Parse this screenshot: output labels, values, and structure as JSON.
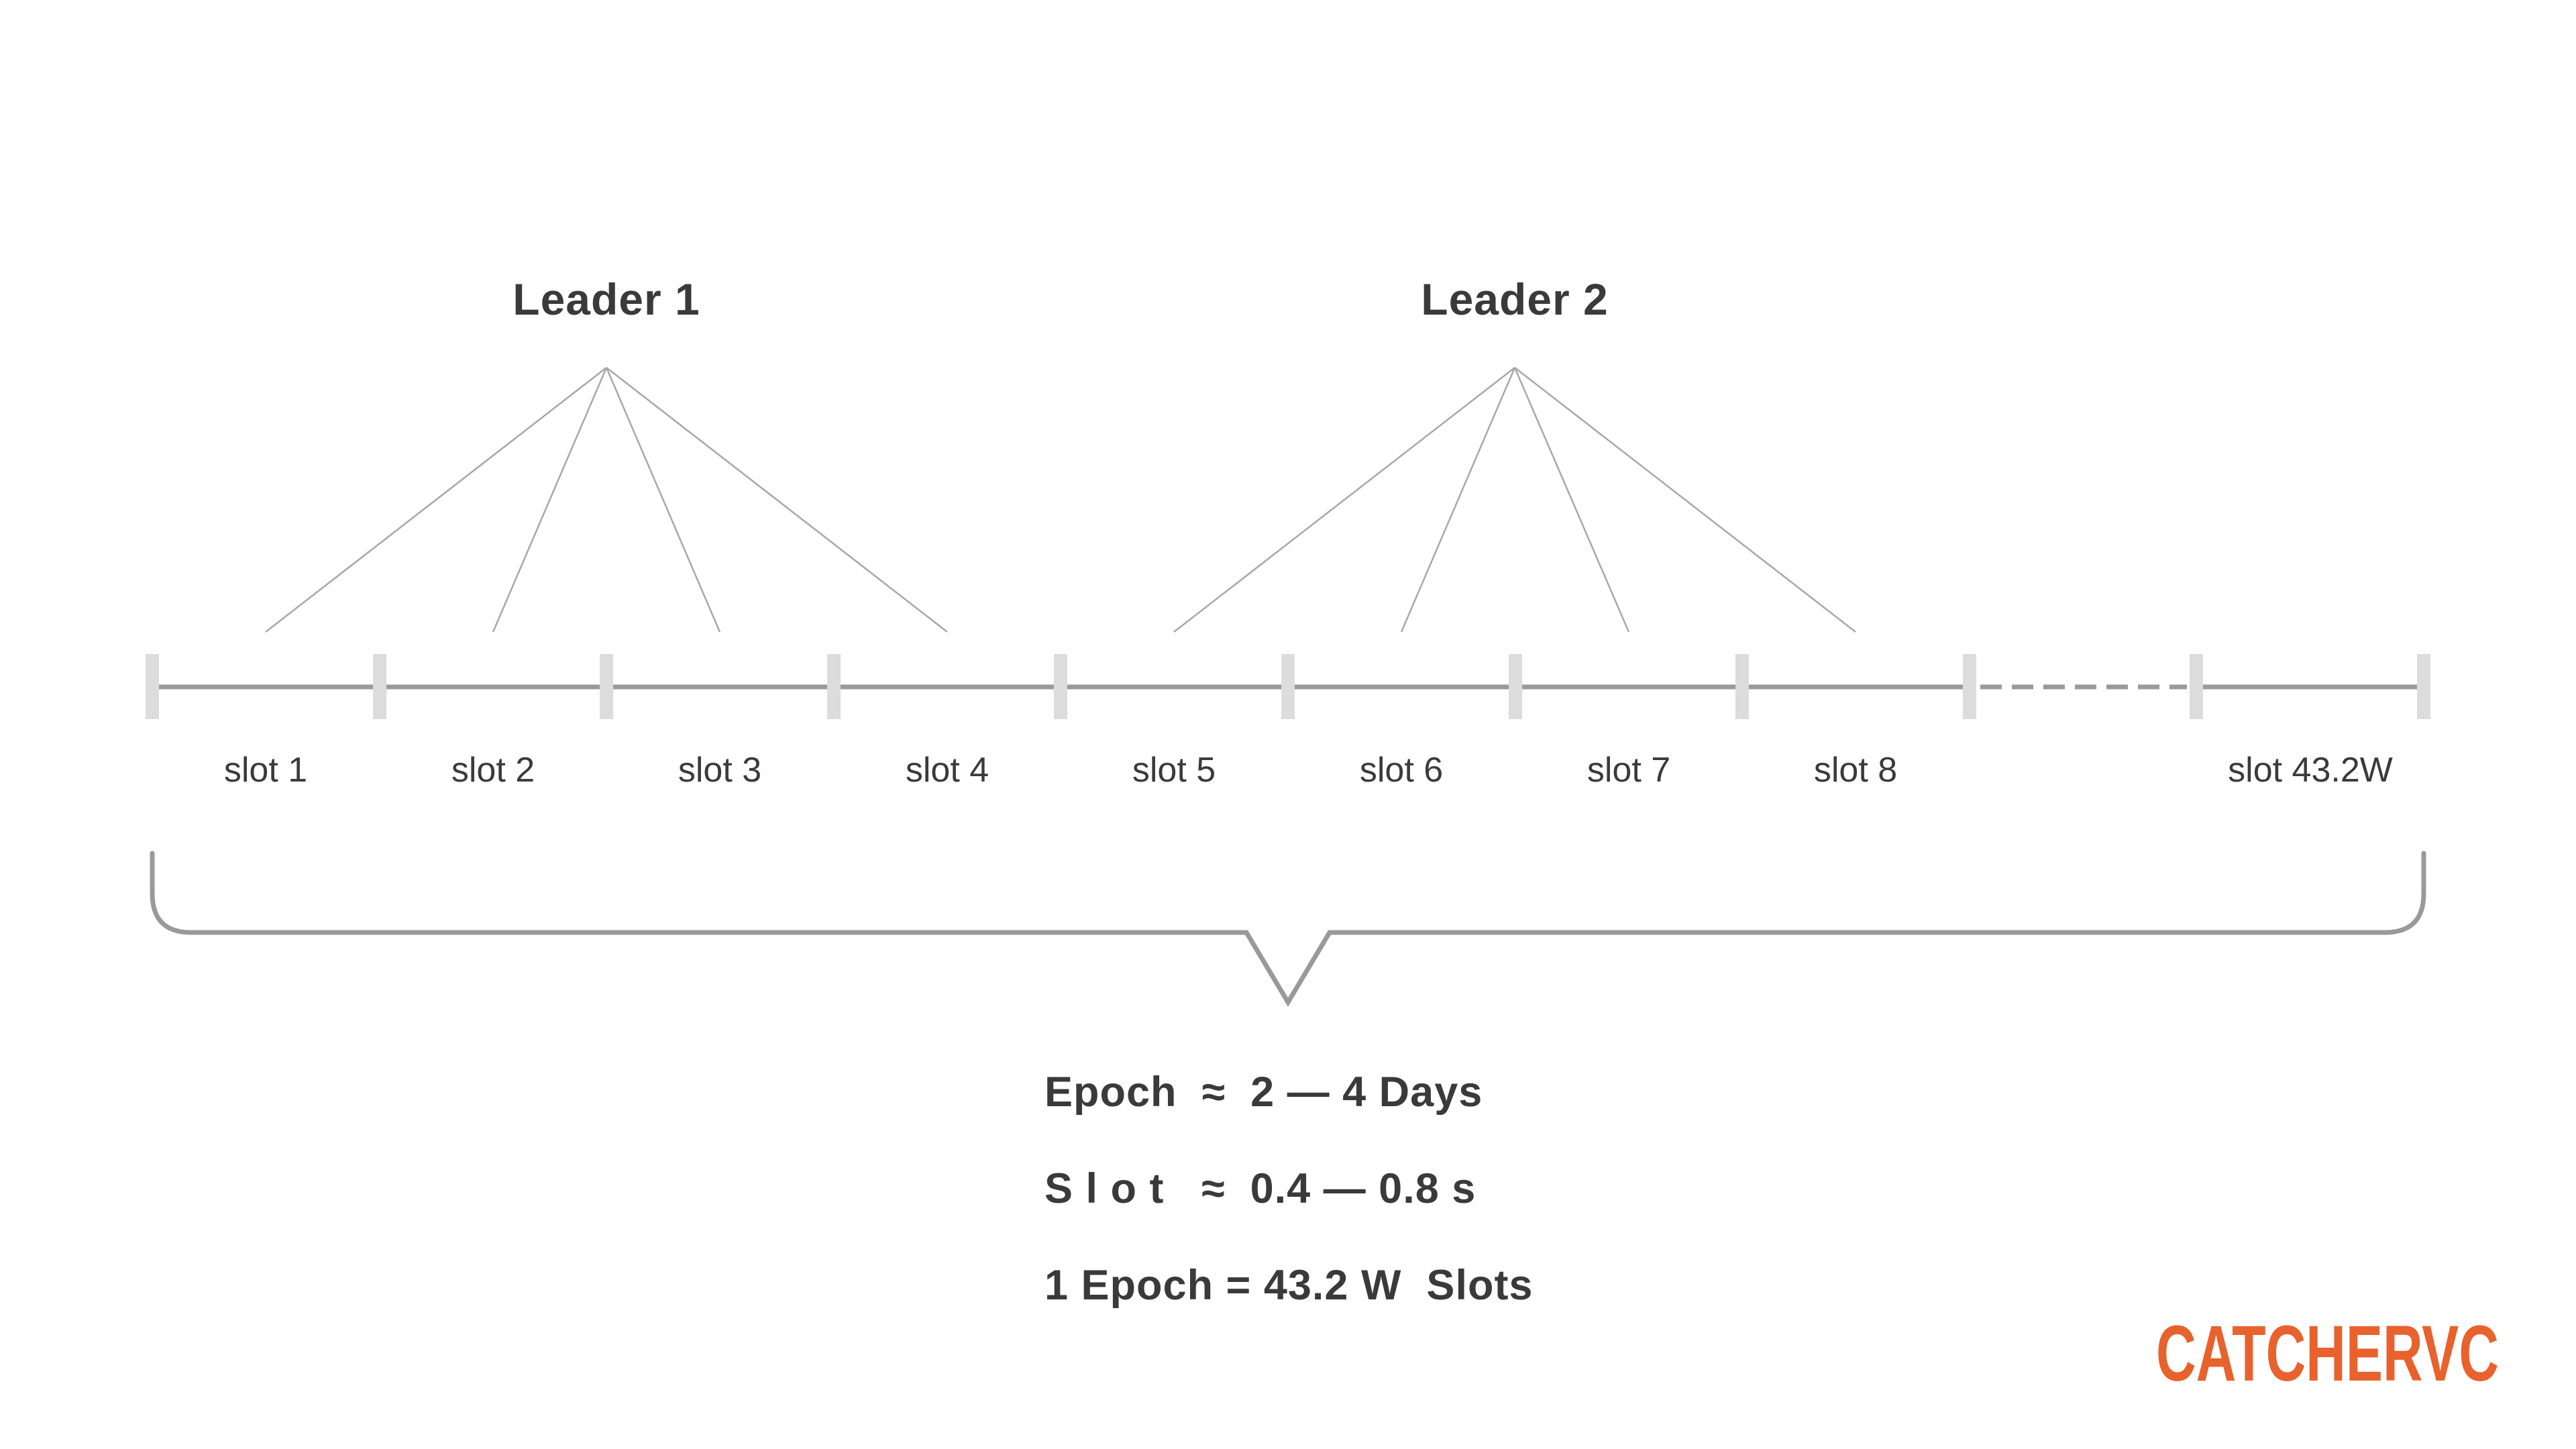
{
  "diagram": {
    "leaders": [
      {
        "label": "Leader 1"
      },
      {
        "label": "Leader 2"
      }
    ],
    "timeline": {
      "slots": [
        "slot 1",
        "slot 2",
        "slot 3",
        "slot 4",
        "slot 5",
        "slot 6",
        "slot 7",
        "slot 8"
      ],
      "last_slot": "slot 43.2W"
    },
    "epoch_info": {
      "line1": "Epoch  ≈  2 — 4 Days",
      "line2": "S l o t   ≈  0.4 — 0.8 s",
      "line3": "1 Epoch = 43.2 W  Slots"
    }
  },
  "branding": {
    "logo": "CATCHERVC"
  },
  "colors": {
    "background": "#ffffff",
    "text_dark": "#3a3a3a",
    "timeline_line": "#9a9a9a",
    "tick_mark": "#dcdcdc",
    "fan_line": "#a8a8a8",
    "brace_line": "#999999",
    "brand_orange": "#E8622D"
  }
}
